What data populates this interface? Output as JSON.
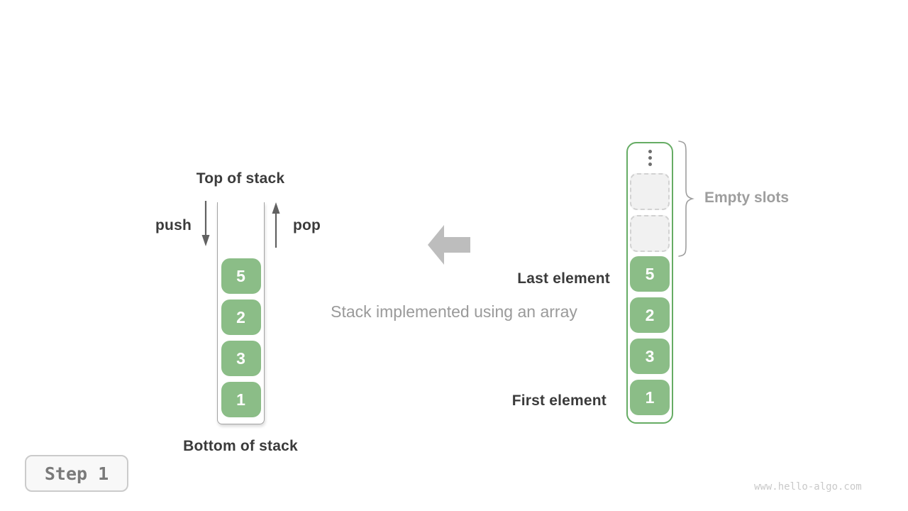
{
  "labels": {
    "top_of_stack": "Top of stack",
    "bottom_of_stack": "Bottom of stack",
    "push": "push",
    "pop": "pop",
    "last_element": "Last element",
    "first_element": "First element",
    "empty_slots": "Empty slots",
    "caption": "Stack implemented using an array",
    "step": "Step 1",
    "watermark": "www.hello-algo.com"
  },
  "stack": {
    "items": [
      "5",
      "2",
      "3",
      "1"
    ]
  },
  "array": {
    "values": [
      "5",
      "2",
      "3",
      "1"
    ],
    "empty_slot_count": 2,
    "ellipsis_icon": "vertical-ellipsis"
  },
  "colors": {
    "block_green": "#8bbd87",
    "array_border_green": "#66ac64",
    "dark_text": "#3b3b3b",
    "gray_text": "#9e9e9e",
    "big_arrow_gray": "#bdbdbd",
    "small_arrow_gray": "#616161",
    "wall_gray": "#a3a3a3",
    "slot_fill": "#f1f1f1"
  }
}
